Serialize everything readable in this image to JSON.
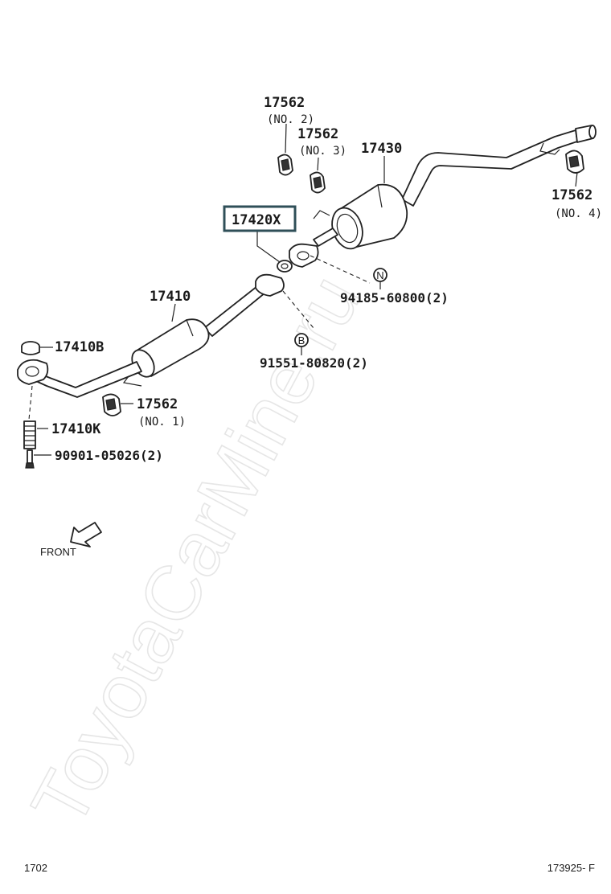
{
  "watermark": "ToyotaCarMine.ru",
  "parts": {
    "hanger_no2": {
      "number": "17562",
      "sub": "(NO. 2)"
    },
    "hanger_no3": {
      "number": "17562",
      "sub": "(NO. 3)"
    },
    "tail_pipe": {
      "number": "17430"
    },
    "hanger_no4": {
      "number": "17562",
      "sub": "(NO. 4)"
    },
    "gasket_highlighted": {
      "number": "17420X"
    },
    "nut": {
      "callout": "N",
      "number": "94185-60800(2)"
    },
    "center_pipe": {
      "number": "17410"
    },
    "bolt": {
      "callout": "B",
      "number": "91551-80820(2)"
    },
    "front_gasket": {
      "number": "17410B"
    },
    "hanger_no1": {
      "number": "17562",
      "sub": "(NO. 1)"
    },
    "spring": {
      "number": "17410K"
    },
    "stud_bolt": {
      "number": "90901-05026(2)"
    }
  },
  "direction_label": "FRONT",
  "footer": {
    "left": "1702",
    "right": "173925- F"
  },
  "colors": {
    "highlight_border": "#2f4f58",
    "line": "#222222"
  }
}
